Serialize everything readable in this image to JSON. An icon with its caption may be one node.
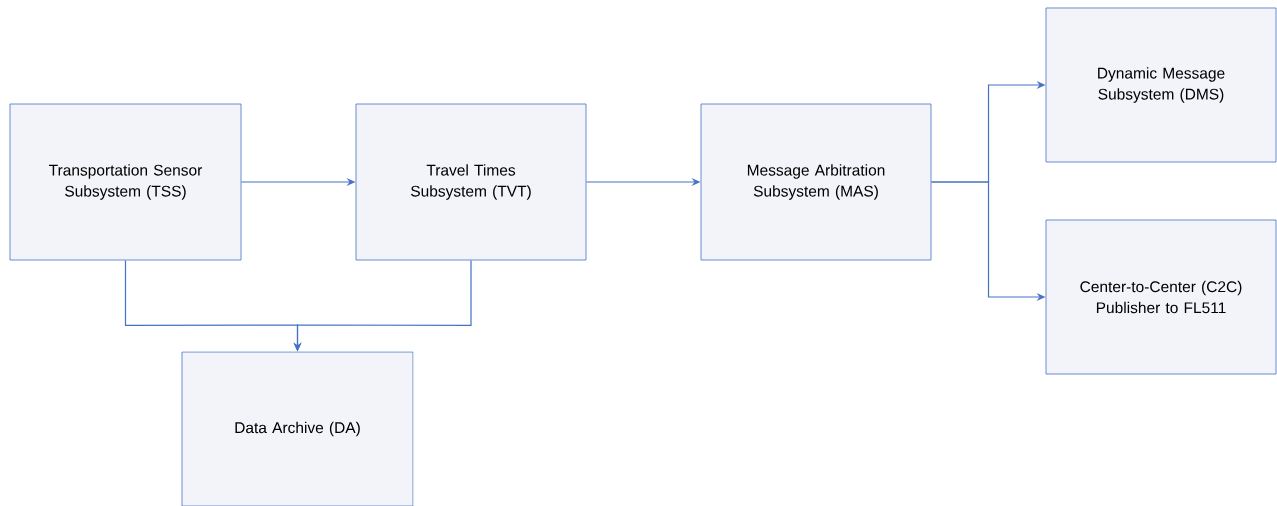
{
  "diagram": {
    "nodes": [
      {
        "text": [
          "Transportation Sensor Subsystem (TSS)"
        ]
      },
      {
        "text": [
          "Travel Times Subsystem (TVT)"
        ]
      },
      {
        "text": [
          "Message Arbitration Subsystem (MAS)"
        ]
      },
      {
        "text": [
          "Dynamic Message Subsystem (DMS)"
        ]
      },
      {
        "text": [
          "Center-to-Center (C2C) Publisher to FL511"
        ]
      },
      {
        "text": [
          "Data Archive (DA)"
        ]
      }
    ],
    "edges": [
      {
        "from": 0,
        "to": 1,
        "arrow": "to"
      },
      {
        "from": 1,
        "to": 2,
        "arrow": "to"
      },
      {
        "from": 2,
        "to": 3,
        "arrow": "to"
      },
      {
        "from": 2,
        "to": 4,
        "arrow": "to"
      },
      {
        "from": 0,
        "to": 5,
        "arrow": "to"
      },
      {
        "from": 1,
        "to": 5,
        "arrow": "to"
      }
    ]
  }
}
